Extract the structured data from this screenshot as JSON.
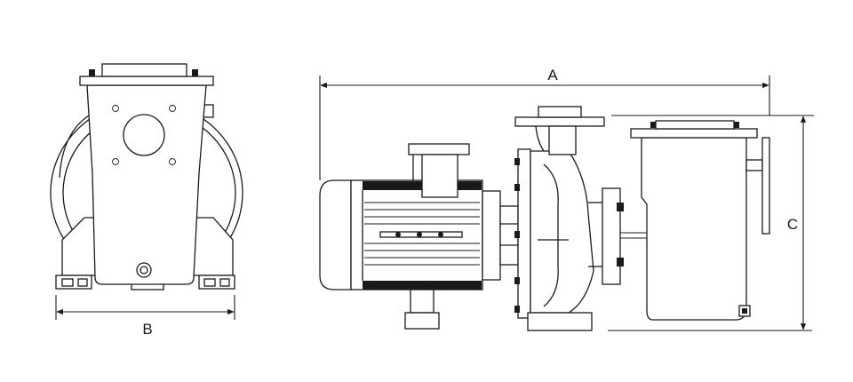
{
  "dimensions": {
    "length_label": "A",
    "width_label": "B",
    "height_label": "C"
  },
  "colors": {
    "line": "#1a1a1a",
    "background": "#ffffff"
  }
}
